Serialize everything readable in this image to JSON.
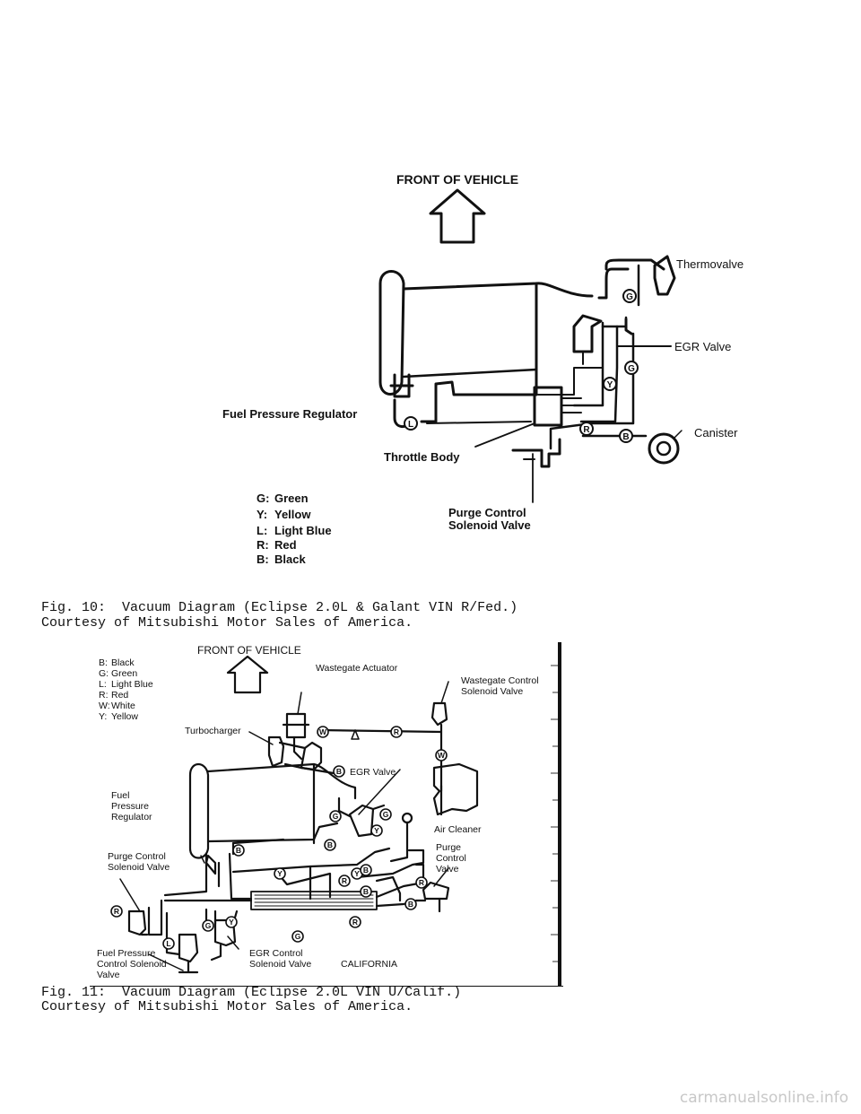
{
  "figure10": {
    "front_label": "FRONT OF VEHICLE",
    "callouts": {
      "thermovalve": "Thermovalve",
      "egr_valve": "EGR Valve",
      "canister": "Canister",
      "fuel_pressure_regulator": "Fuel Pressure Regulator",
      "throttle_body": "Throttle Body",
      "purge_control_line1": "Purge Control",
      "purge_control_line2": "Solenoid Valve"
    },
    "legend": [
      {
        "code": "G:",
        "name": "Green"
      },
      {
        "code": "Y:",
        "name": "Yellow"
      },
      {
        "code": "L:",
        "name": "Light Blue"
      },
      {
        "code": "R:",
        "name": "Red"
      },
      {
        "code": "B:",
        "name": "Black"
      }
    ],
    "hose_tags": [
      "G",
      "G",
      "Y",
      "R",
      "B",
      "L"
    ],
    "caption_line1": "Fig. 10:  Vacuum Diagram (Eclipse 2.0L & Galant VIN R/Fed.)",
    "caption_line2": "Courtesy of Mitsubishi Motor Sales of America."
  },
  "figure11": {
    "front_label": "FRONT OF VEHICLE",
    "legend": [
      {
        "code": "B:",
        "name": "Black"
      },
      {
        "code": "G:",
        "name": "Green"
      },
      {
        "code": "L:",
        "name": "Light Blue"
      },
      {
        "code": "R:",
        "name": "Red"
      },
      {
        "code": "W:",
        "name": "White"
      },
      {
        "code": "Y:",
        "name": "Yellow"
      }
    ],
    "callouts": {
      "wastegate_actuator": "Wastegate Actuator",
      "wastegate_control_line1": "Wastegate Control",
      "wastegate_control_line2": "Solenoid Valve",
      "turbocharger": "Turbocharger",
      "egr_valve": "EGR Valve",
      "fuel_pressure_reg_line1": "Fuel",
      "fuel_pressure_reg_line2": "Pressure",
      "fuel_pressure_reg_line3": "Regulator",
      "air_cleaner": "Air Cleaner",
      "purge_control_solenoid_line1": "Purge Control",
      "purge_control_solenoid_line2": "Solenoid Valve",
      "purge_control_valve_line1": "Purge",
      "purge_control_valve_line2": "Control",
      "purge_control_valve_line3": "Valve",
      "fuel_pressure_control_line1": "Fuel Pressure",
      "fuel_pressure_control_line2": "Control Solenoid",
      "fuel_pressure_control_line3": "Valve",
      "egr_control_line1": "EGR Control",
      "egr_control_line2": "Solenoid Valve",
      "california": "CALIFORNIA"
    },
    "hose_tags": [
      "W",
      "R",
      "W",
      "B",
      "G",
      "G",
      "Y",
      "B",
      "B",
      "Y",
      "Y",
      "R",
      "B",
      "B",
      "R",
      "R",
      "B",
      "R",
      "G",
      "Y",
      "L",
      "G"
    ],
    "caption_line1": "Fig. 11:  Vacuum Diagram (Eclipse 2.0L VIN U/Calif.)",
    "caption_line2": "Courtesy of Mitsubishi Motor Sales of America."
  },
  "watermark": "carmanualsonline.info"
}
